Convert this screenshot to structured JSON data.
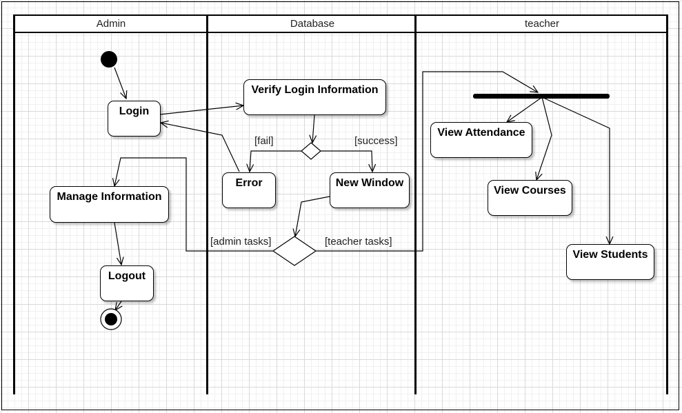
{
  "lanes": {
    "admin": "Admin",
    "database": "Database",
    "teacher": "teacher"
  },
  "nodes": {
    "login": "Login",
    "verify": "Verify Login Information",
    "error": "Error",
    "new_window": "New Window",
    "manage_info": "Manage Information",
    "logout": "Logout",
    "view_attendance": "View Attendance",
    "view_courses": "View Courses",
    "view_students": "View Students"
  },
  "guards": {
    "fail": "[fail]",
    "success": "[success]",
    "admin_tasks": "[admin tasks]",
    "teacher_tasks": "[teacher tasks]"
  },
  "colors": {
    "line": "#000000",
    "grid_major": "#d9d9d9",
    "grid_minor": "#f0f0f0"
  }
}
